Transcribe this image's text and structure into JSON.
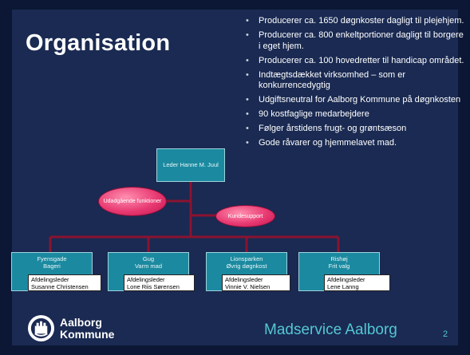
{
  "slide": {
    "title": "Organisation",
    "bullets": [
      "Producerer ca. 1650 døgnkoster dagligt til plejehjem.",
      "Producerer ca. 800 enkeltportioner dagligt til borgere i eget hjem.",
      "Producerer ca. 100 hovedretter til handicap området.",
      "Indtægtsdækket virksomhed – som er konkurrencedygtig",
      "Udgiftsneutral for Aalborg Kommune på døgnkosten",
      "90 kostfaglige medarbejdere",
      "Følger årstidens frugt- og grøntsæson",
      "Gode råvarer og hjemmelavet mad."
    ],
    "footer": "Madservice Aalborg",
    "page_number": "2",
    "logo": {
      "line1": "Aalborg",
      "line2": "Kommune",
      "icon": "aalborg-coat-of-arms-icon"
    }
  },
  "org": {
    "leader": "Leder Hanne M. Juul",
    "staff": [
      "Udadgående funktioner",
      "Kundesupport"
    ],
    "units": [
      {
        "name": "Fyensgade",
        "subtitle": "Bageri",
        "role": "Afdelingsleder",
        "person": "Susanne Christensen"
      },
      {
        "name": "Gug",
        "subtitle": "Varm mad",
        "role": "Afdelingsleder",
        "person": "Lone Riis Sørensen"
      },
      {
        "name": "Lionsparken",
        "subtitle": "Øvrig døgnkost",
        "role": "Afdelingsleder",
        "person": "Vinnie V. Nielsen"
      },
      {
        "name": "Rishøj",
        "subtitle": "Frit valg",
        "role": "Afdelingsleder",
        "person": "Lene Lanng"
      }
    ]
  },
  "colors": {
    "background": "#1a2a52",
    "connector": "#8b1330",
    "box": "#1b8aa0",
    "ellipse": "#e83a72",
    "footer": "#54c7d2"
  }
}
